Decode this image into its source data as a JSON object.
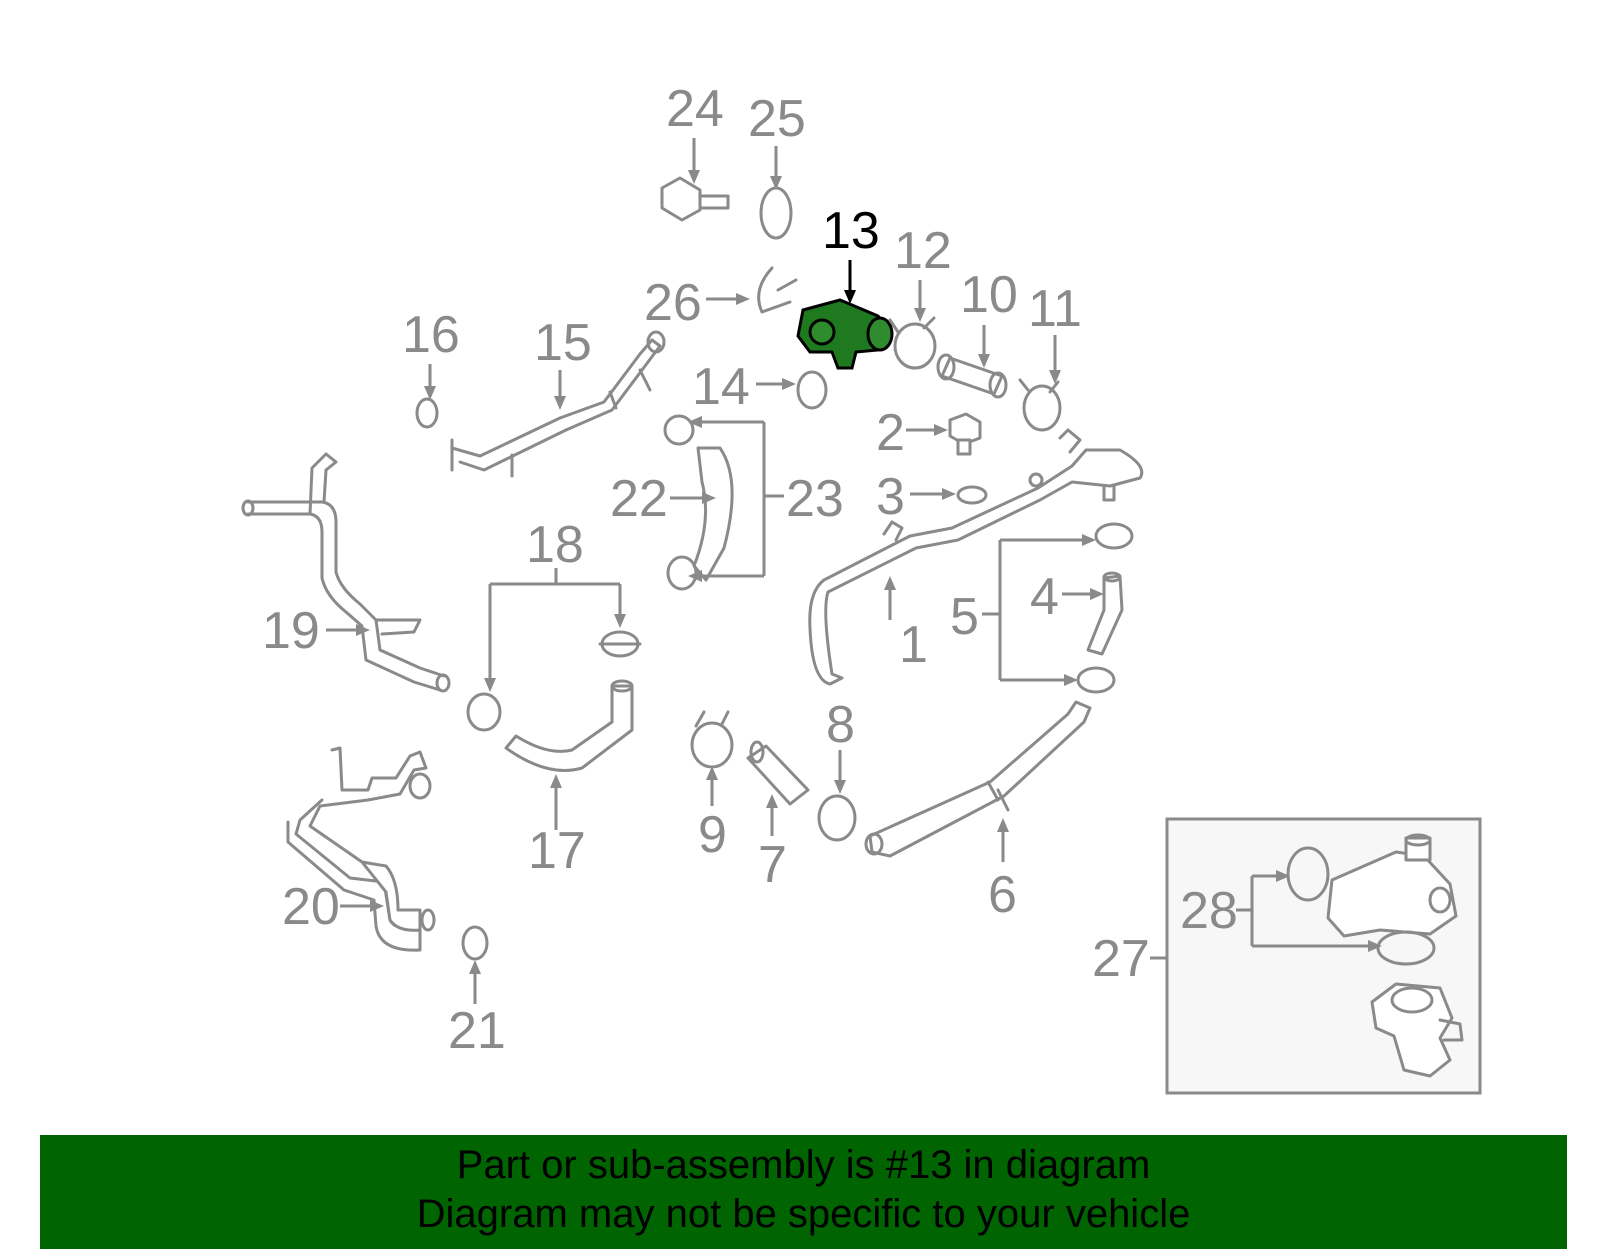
{
  "diagram": {
    "highlighted_part": "13",
    "callouts": [
      "1",
      "2",
      "3",
      "4",
      "5",
      "6",
      "7",
      "8",
      "9",
      "10",
      "11",
      "12",
      "13",
      "14",
      "15",
      "16",
      "17",
      "18",
      "19",
      "20",
      "21",
      "22",
      "23",
      "24",
      "25",
      "26",
      "27",
      "28"
    ]
  },
  "banner": {
    "line1": "Part or sub-assembly is #13 in diagram",
    "line2": "Diagram may not be specific to your vehicle"
  },
  "colors": {
    "banner_background": "#006400",
    "highlight_part_fill": "#1f7a1f",
    "line_art": "#8a8a8a"
  }
}
